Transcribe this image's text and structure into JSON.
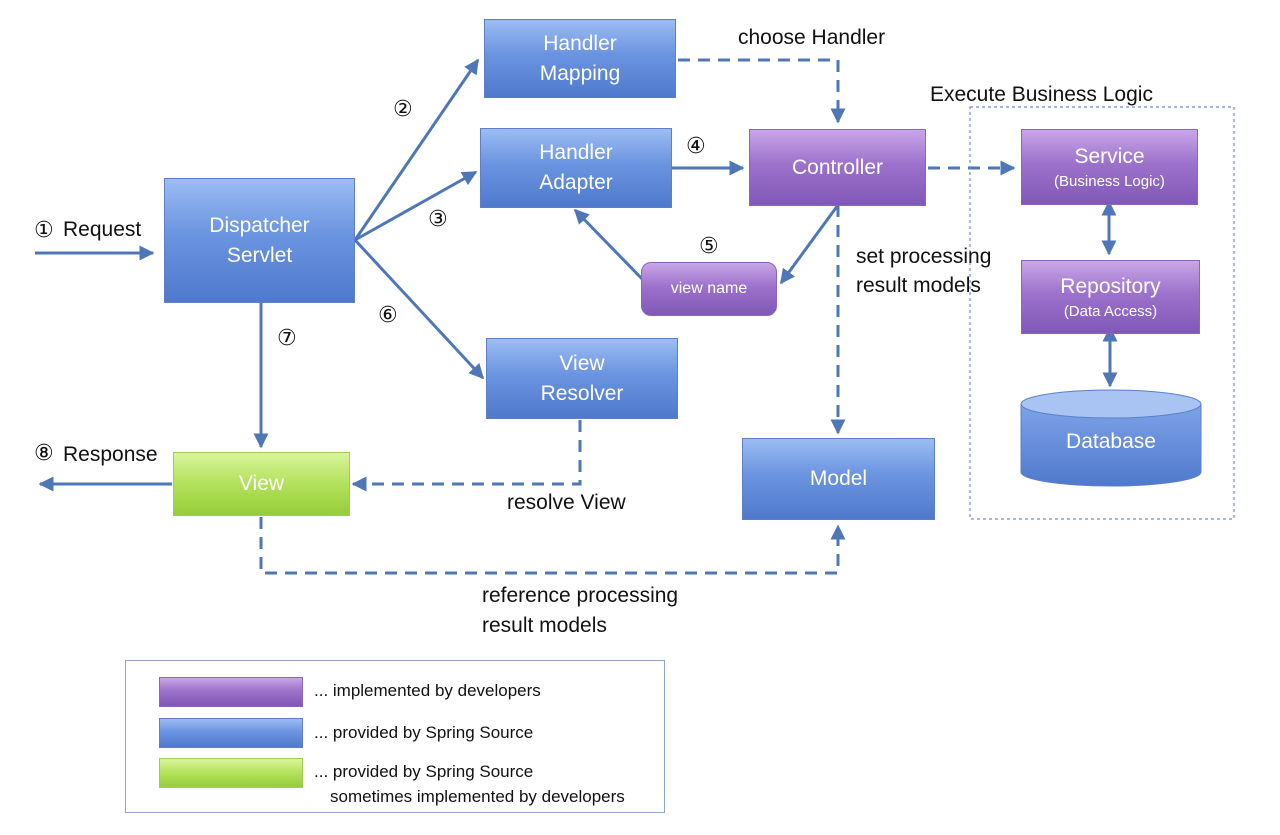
{
  "diagram": {
    "nodes": {
      "handler_mapping": {
        "line1": "Handler",
        "line2": "Mapping"
      },
      "handler_adapter": {
        "line1": "Handler",
        "line2": "Adapter"
      },
      "dispatcher_servlet": {
        "line1": "Dispatcher",
        "line2": "Servlet"
      },
      "controller": {
        "label": "Controller"
      },
      "view_name": {
        "label": "view name"
      },
      "view_resolver": {
        "line1": "View",
        "line2": "Resolver"
      },
      "view": {
        "label": "View"
      },
      "model": {
        "label": "Model"
      },
      "service": {
        "label": "Service",
        "sub": "(Business Logic)"
      },
      "repository": {
        "label": "Repository",
        "sub": "(Data Access)"
      },
      "database": {
        "label": "Database"
      }
    },
    "labels": {
      "request": "Request",
      "response": "Response",
      "choose_handler": "choose Handler",
      "execute_business_logic": "Execute Business Logic",
      "set_processing_1": "set processing",
      "set_processing_2": "result models",
      "resolve_view": "resolve View",
      "reference_processing_1": "reference processing",
      "reference_processing_2": "result models"
    },
    "steps": [
      "①",
      "②",
      "③",
      "④",
      "⑤",
      "⑥",
      "⑦",
      "⑧"
    ],
    "colors": {
      "arrow": "#4f77b8",
      "blue": "#5b84d4",
      "purple": "#9068c4",
      "green": "#a9db4c"
    }
  },
  "legend": {
    "items": [
      {
        "text": "... implemented by developers"
      },
      {
        "text": "... provided by Spring Source"
      },
      {
        "text": "... provided by Spring Source",
        "text2": "sometimes implemented by developers"
      }
    ]
  }
}
